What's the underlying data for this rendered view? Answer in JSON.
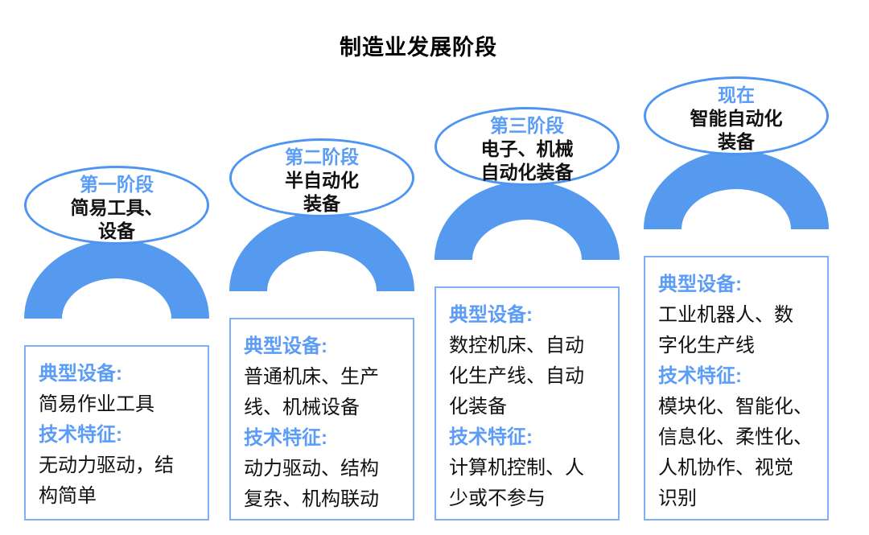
{
  "title": "制造业发展阶段",
  "colors": {
    "arch_fill": "#569AF0",
    "accent_text": "#5B9CF7",
    "ellipse_border": "#4E94F2",
    "box_border": "#7FB0F5",
    "body_text": "#111111",
    "title_text": "#000000"
  },
  "stages": [
    {
      "label": "第一阶段",
      "ellipse_lines": [
        "简易工具、",
        "设备"
      ],
      "box": {
        "equipment_label": "典型设备:",
        "equipment_lines": [
          "简易作业工具"
        ],
        "features_label": "技术特征:",
        "features_lines": [
          "无动力驱动，结",
          "构简单"
        ]
      }
    },
    {
      "label": "第二阶段",
      "ellipse_lines": [
        "半自动化",
        "装备"
      ],
      "box": {
        "equipment_label": "典型设备:",
        "equipment_lines": [
          "普通机床、生产",
          "线、机械设备"
        ],
        "features_label": "技术特征:",
        "features_lines": [
          "动力驱动、结构",
          "复杂、机构联动"
        ]
      }
    },
    {
      "label": "第三阶段",
      "ellipse_lines": [
        "电子、机械",
        "自动化装备"
      ],
      "box": {
        "equipment_label": "典型设备:",
        "equipment_lines": [
          "数控机床、自动",
          "化生产线、自动",
          "化装备"
        ],
        "features_label": "技术特征:",
        "features_lines": [
          "计算机控制、人",
          "少或不参与"
        ]
      }
    },
    {
      "label": "现在",
      "ellipse_lines": [
        "智能自动化",
        "装备"
      ],
      "box": {
        "equipment_label": "典型设备:",
        "equipment_lines": [
          "工业机器人、数",
          "字化生产线"
        ],
        "features_label": "技术特征:",
        "features_lines": [
          "模块化、智能化、",
          "信息化、柔性化、",
          "人机协作、视觉",
          "识别"
        ]
      }
    }
  ]
}
